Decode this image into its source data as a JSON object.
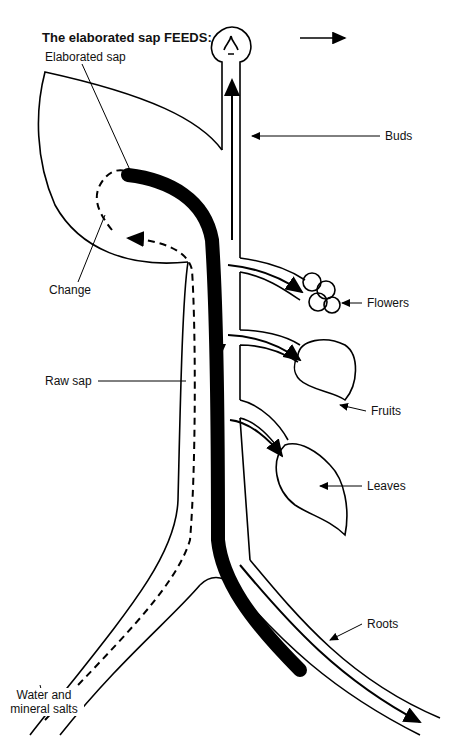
{
  "diagram": {
    "title": "The elaborated sap FEEDS:",
    "labels": [
      "Elaborated sap",
      "Change",
      "Raw sap",
      "Buds",
      "Flowers",
      "Fruits",
      "Leaves",
      "Roots",
      "Water and mineral salts"
    ]
  }
}
